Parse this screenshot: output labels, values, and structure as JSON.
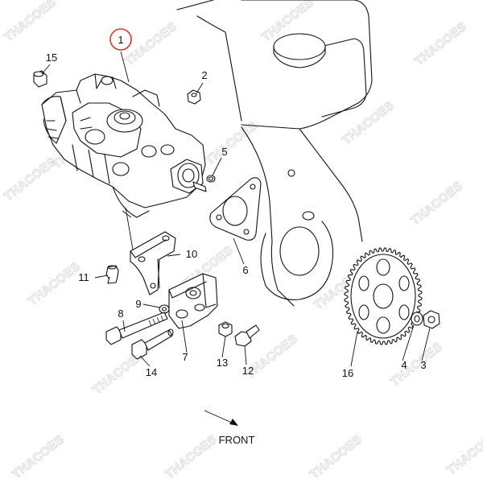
{
  "diagram": {
    "callouts": [
      {
        "id": "c1",
        "label": "1"
      },
      {
        "id": "c2",
        "label": "2"
      },
      {
        "id": "c3",
        "label": "3"
      },
      {
        "id": "c4",
        "label": "4"
      },
      {
        "id": "c5",
        "label": "5"
      },
      {
        "id": "c6",
        "label": "6"
      },
      {
        "id": "c7",
        "label": "7"
      },
      {
        "id": "c8",
        "label": "8"
      },
      {
        "id": "c9",
        "label": "9"
      },
      {
        "id": "c10",
        "label": "10"
      },
      {
        "id": "c11",
        "label": "11"
      },
      {
        "id": "c12",
        "label": "12"
      },
      {
        "id": "c13",
        "label": "13"
      },
      {
        "id": "c14",
        "label": "14"
      },
      {
        "id": "c15",
        "label": "15"
      },
      {
        "id": "c16",
        "label": "16"
      }
    ],
    "direction_label": "FRONT",
    "highlight_color": "#e0322b"
  },
  "watermark": {
    "text": "THACOES"
  }
}
